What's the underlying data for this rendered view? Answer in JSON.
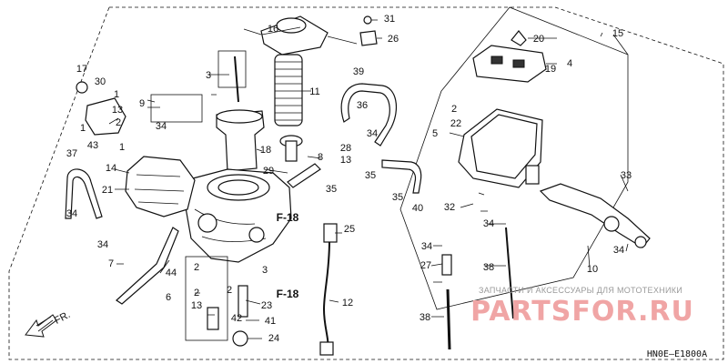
{
  "callouts": {
    "n1a": "1",
    "n1b": "1",
    "n1c": "1",
    "n2a": "2",
    "n2b": "2",
    "n2c": "2",
    "n2d": "2",
    "n2e": "2",
    "n3a": "3",
    "n3b": "3",
    "n4": "4",
    "n5": "5",
    "n6": "6",
    "n7": "7",
    "n8": "8",
    "n9": "9",
    "n10": "10",
    "n11": "11",
    "n12": "12",
    "n13a": "13",
    "n13b": "13",
    "n13c": "13",
    "n14": "14",
    "n15": "15",
    "n16": "16",
    "n17": "17",
    "n18": "18",
    "n19": "19",
    "n20": "20",
    "n21": "21",
    "n22": "22",
    "n23": "23",
    "n24": "24",
    "n25": "25",
    "n26": "26",
    "n27": "27",
    "n28": "28",
    "n29": "29",
    "n30": "30",
    "n31": "31",
    "n32": "32",
    "n33": "33",
    "n34a": "34",
    "n34b": "34",
    "n34c": "34",
    "n34d": "34",
    "n34e": "34",
    "n34f": "34",
    "n34g": "34",
    "n35a": "35",
    "n35b": "35",
    "n35c": "35",
    "n36": "36",
    "n37": "37",
    "n38a": "38",
    "n38b": "38",
    "n39": "39",
    "n40": "40",
    "n41": "41",
    "n42": "42",
    "n43": "43",
    "n44": "44"
  },
  "labels": {
    "f18_top": "F-18",
    "f18_bottom": "F-18",
    "front_arrow": "FR.",
    "diagram_code": "HN0E–E1800A"
  },
  "watermark": {
    "caption": "ЗАПЧАСТИ И АКСЕССУАРЫ ДЛЯ МОТОТЕХНИКИ",
    "brand": "PARTSFOR.RU",
    "color": "#f0a5a5"
  },
  "icons": {
    "front_arrow": "front-direction-arrow-icon"
  }
}
